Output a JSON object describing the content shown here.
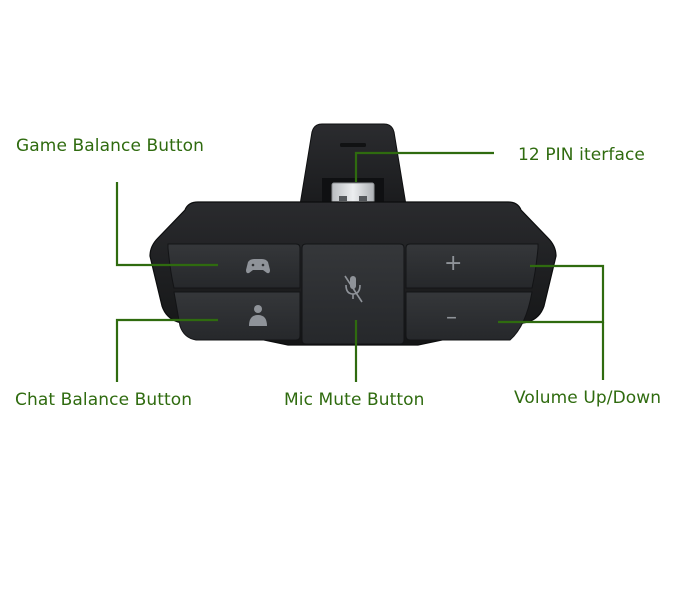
{
  "diagram": {
    "callouts": {
      "game_balance": "Game Balance Button",
      "pin_interface": "12 PIN iterface",
      "chat_balance": "Chat Balance Button",
      "mic_mute": "Mic Mute Button",
      "volume": "Volume Up/Down"
    },
    "buttons": {
      "plus_symbol": "+",
      "minus_symbol": "–"
    },
    "icons": {
      "game": "gamepad-icon",
      "chat": "person-icon",
      "mic": "mic-muted-icon"
    },
    "colors": {
      "callout_line": "#2f6b0f",
      "callout_text": "#2f6b0f",
      "device_body": "#1d1e20",
      "button_face": "#2c2e31",
      "button_symbol": "#8f9399",
      "connector_metal": "#d7d9dc"
    }
  }
}
